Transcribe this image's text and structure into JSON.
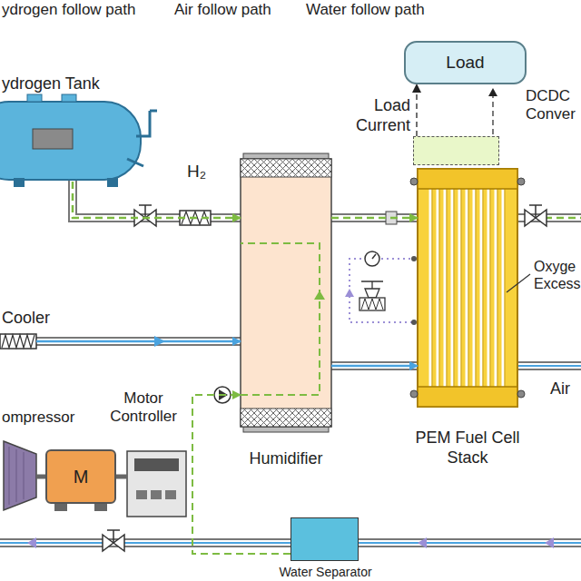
{
  "diagram": {
    "nodes": [
      {
        "text": [
          "Load"
        ]
      },
      {
        "text": [
          "DCDC Conver"
        ]
      },
      {
        "text": [
          "ydrogen Tank"
        ]
      },
      {
        "text": [
          "Humidifier"
        ]
      },
      {
        "text": [
          "PEM Fuel Cell Stack"
        ]
      },
      {
        "text": [
          "Cooler"
        ]
      },
      {
        "text": [
          "ompressor"
        ]
      },
      {
        "text": [
          "M"
        ]
      },
      {
        "text": [
          "Motor Controller"
        ]
      },
      {
        "text": [
          "Water Separator"
        ]
      }
    ],
    "edges": [
      {
        "from": 2,
        "to": 3,
        "arrow": "to",
        "label": "H₂"
      },
      {
        "from": 3,
        "to": 4,
        "arrow": "to"
      },
      {
        "from": 5,
        "to": 3,
        "arrow": "to"
      },
      {
        "from": 3,
        "to": 4,
        "arrow": "to"
      },
      {
        "from": 1,
        "to": 0,
        "arrow": "to"
      },
      {
        "from": 7,
        "to": 6,
        "arrow": "none"
      },
      {
        "from": 8,
        "to": 7,
        "arrow": "none"
      },
      {
        "from": 9,
        "to": 3,
        "arrow": "to"
      }
    ],
    "labels": [
      "Load Current",
      "Oxyge Excess",
      "Air"
    ],
    "legend": [
      {
        "text": "ydrogen follow path"
      },
      {
        "text": "Air follow path"
      },
      {
        "text": "Water follow path"
      }
    ]
  }
}
